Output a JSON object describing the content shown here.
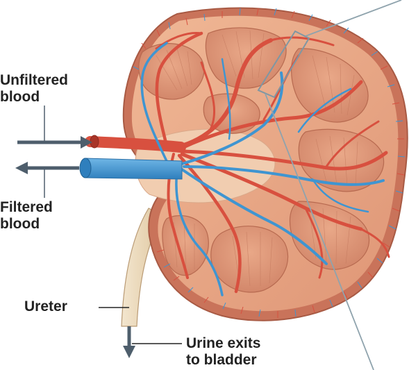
{
  "labels": {
    "unfiltered": [
      "Unfiltered",
      "blood"
    ],
    "filtered": [
      "Filtered",
      "blood"
    ],
    "ureter": "Ureter",
    "urine": [
      "Urine exits",
      "to bladder"
    ]
  },
  "colors": {
    "artery": "#d8503f",
    "vein": "#3f95d1",
    "cortex": "#e8a684",
    "pyramid": "#d78e72",
    "capsule": "#c76f52",
    "ureter": "#eadbc0",
    "arrow": "#4e5e6c",
    "pointer": "#8fa3ad"
  }
}
